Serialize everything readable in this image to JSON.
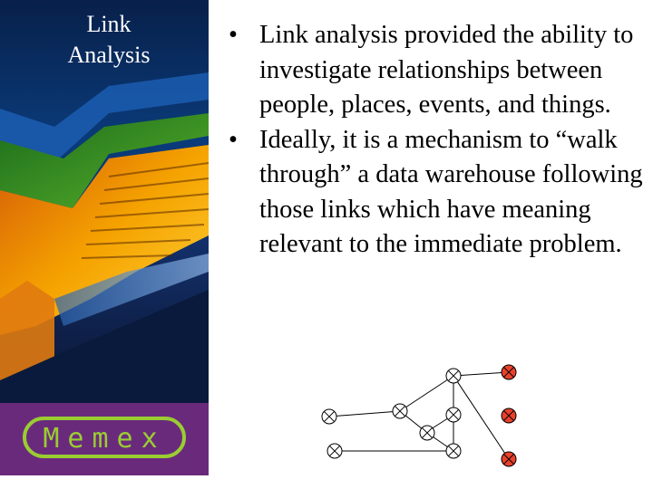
{
  "sidebar": {
    "title_line1": "Link",
    "title_line2": "Analysis",
    "logo_text": "Memex",
    "colors": {
      "brand_band": "#6a2a7c",
      "logo_green": "#9acd32",
      "art_yellow": "#f5c400",
      "art_orange": "#d05a08",
      "art_blue": "#2a63b0",
      "art_green": "#2e8f2e"
    }
  },
  "content": {
    "bullet_symbol": "•",
    "bullets": [
      "Link analysis provided the ability to investigate relationships between people, places, events, and things.",
      "Ideally, it is a mechanism to “walk through” a data warehouse following those links which have meaning relevant to the immediate problem."
    ]
  },
  "network": {
    "node_icon": "circle-cross-icon",
    "node_color": "#ffffff",
    "highlight_color": "#e8412c"
  }
}
